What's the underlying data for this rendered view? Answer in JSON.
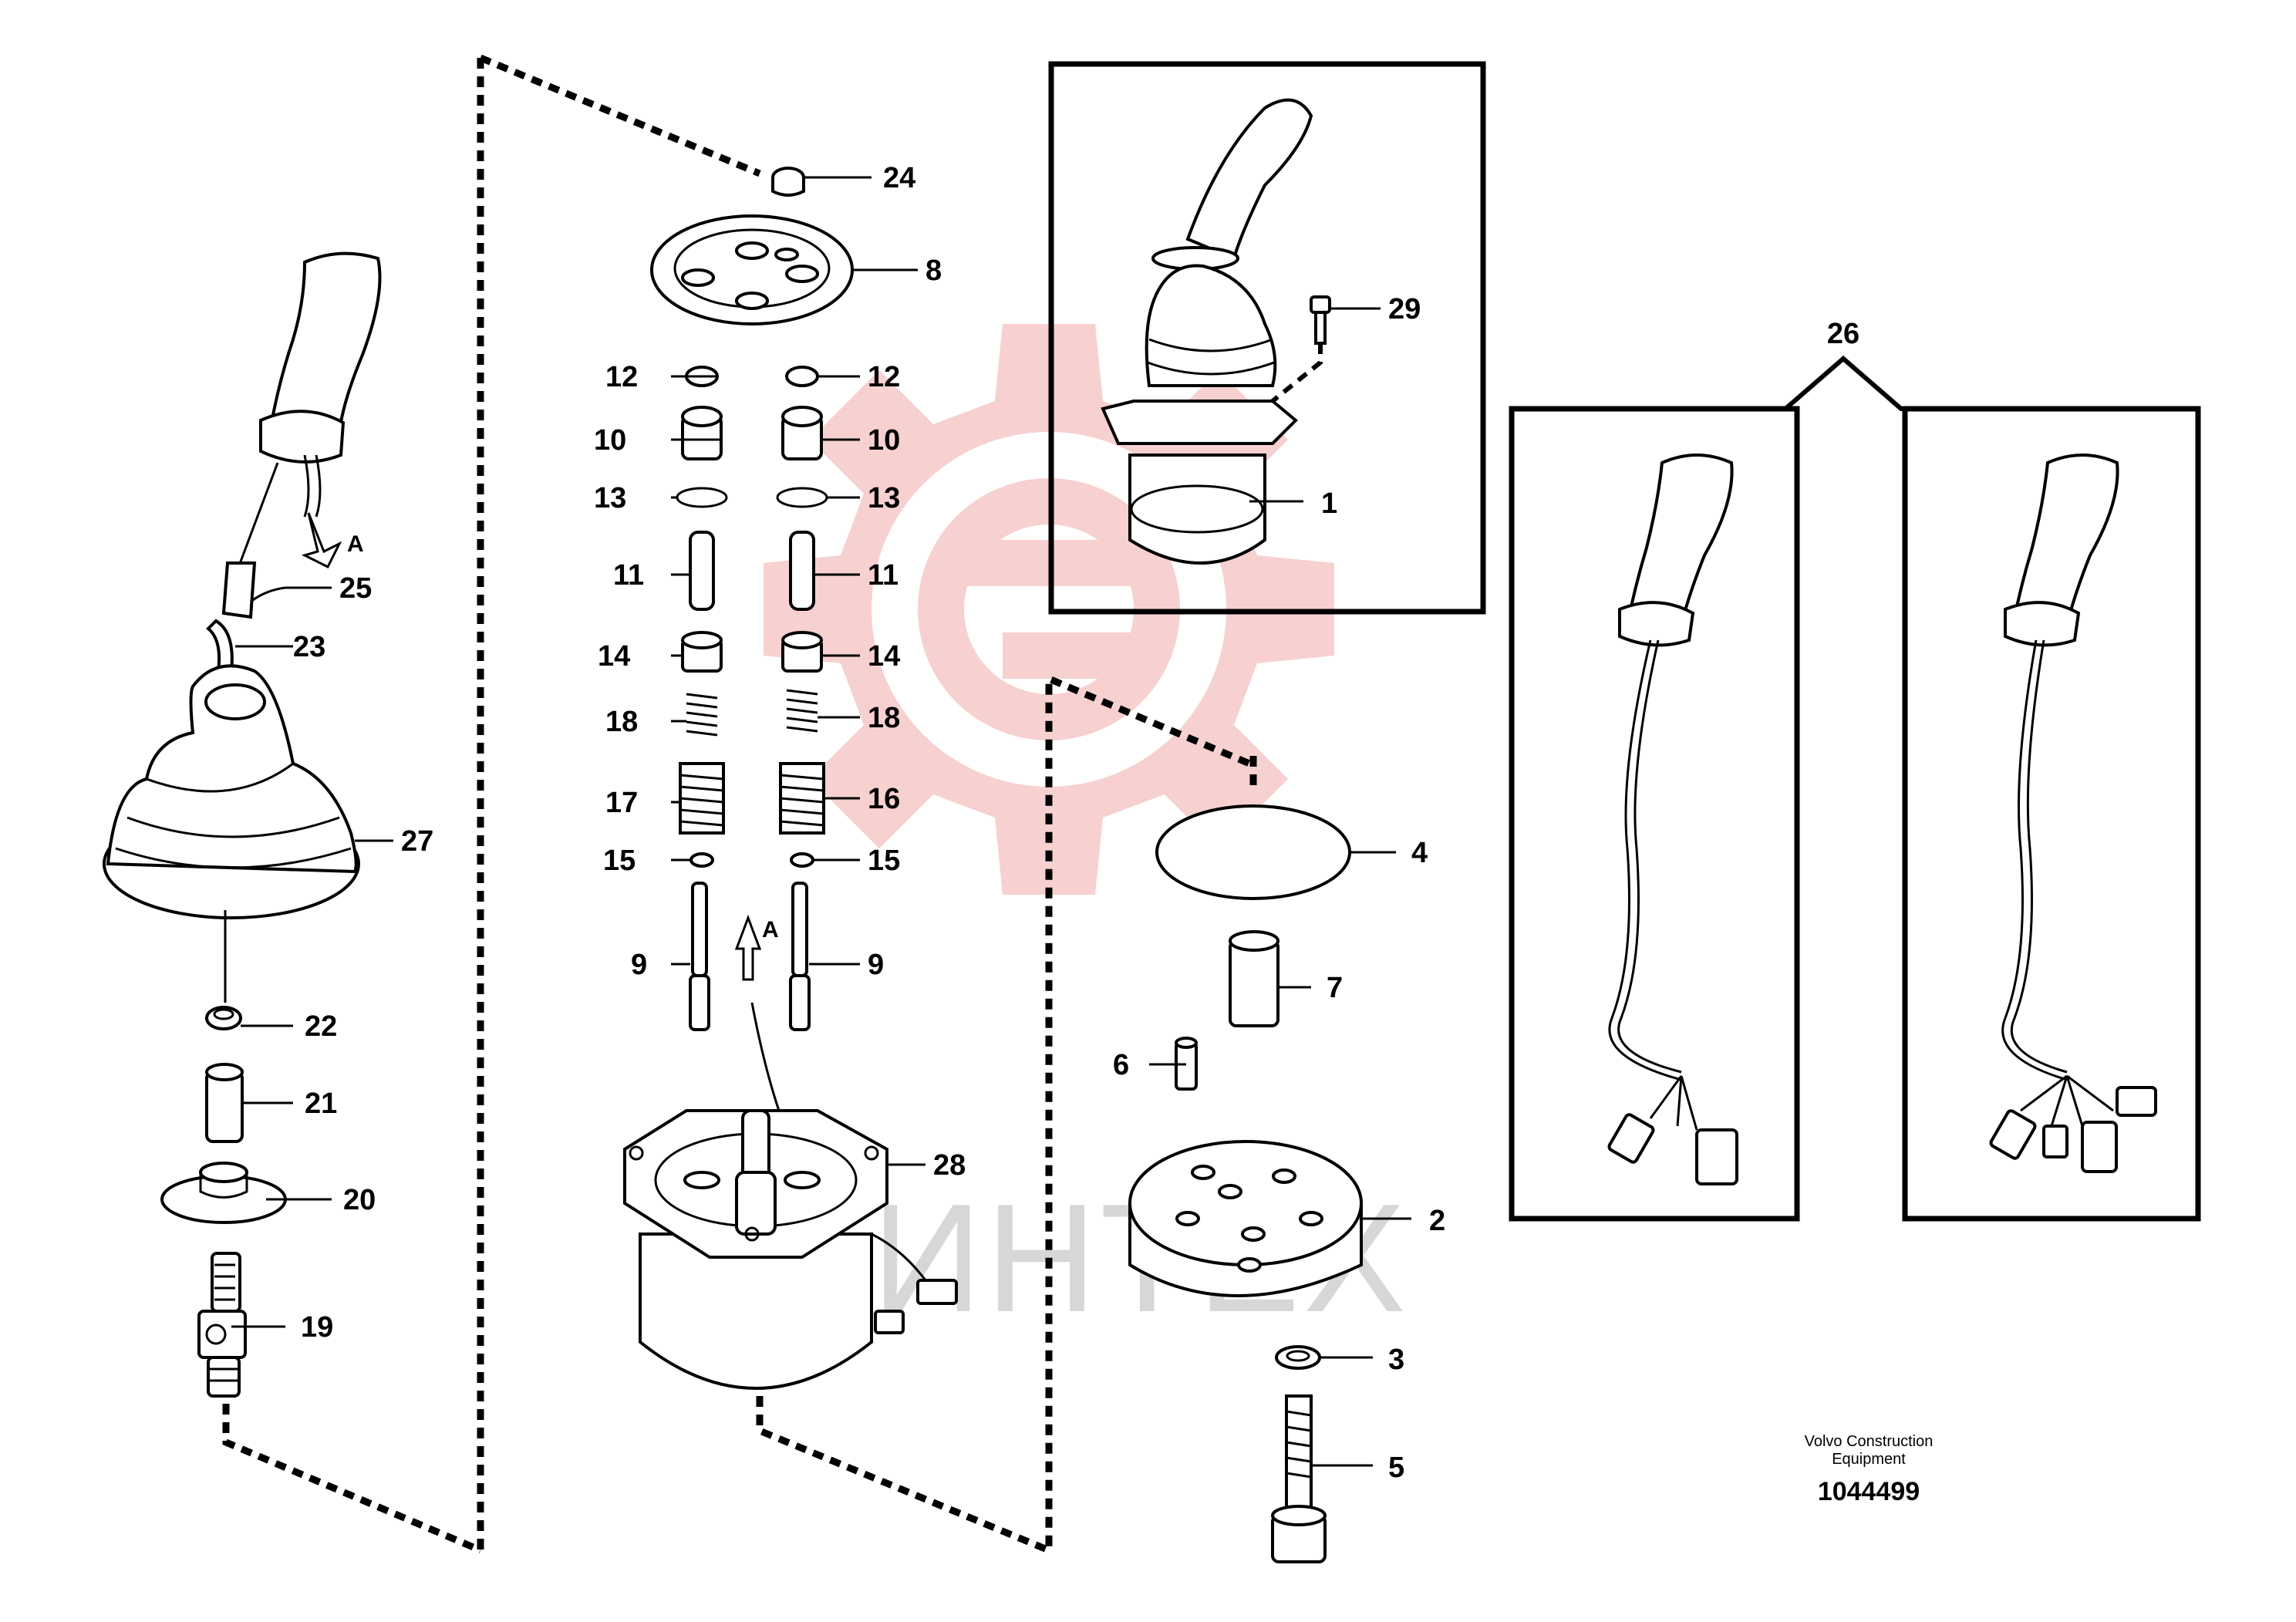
{
  "diagram": {
    "callouts": [
      {
        "id": "1",
        "text": "1"
      },
      {
        "id": "2",
        "text": "2"
      },
      {
        "id": "3",
        "text": "3"
      },
      {
        "id": "4",
        "text": "4"
      },
      {
        "id": "5",
        "text": "5"
      },
      {
        "id": "6",
        "text": "6"
      },
      {
        "id": "7",
        "text": "7"
      },
      {
        "id": "8",
        "text": "8"
      },
      {
        "id": "9a",
        "text": "9"
      },
      {
        "id": "9b",
        "text": "9"
      },
      {
        "id": "10a",
        "text": "10"
      },
      {
        "id": "10b",
        "text": "10"
      },
      {
        "id": "11a",
        "text": "11"
      },
      {
        "id": "11b",
        "text": "11"
      },
      {
        "id": "12a",
        "text": "12"
      },
      {
        "id": "12b",
        "text": "12"
      },
      {
        "id": "13a",
        "text": "13"
      },
      {
        "id": "13b",
        "text": "13"
      },
      {
        "id": "14a",
        "text": "14"
      },
      {
        "id": "14b",
        "text": "14"
      },
      {
        "id": "15a",
        "text": "15"
      },
      {
        "id": "15b",
        "text": "15"
      },
      {
        "id": "16",
        "text": "16"
      },
      {
        "id": "17",
        "text": "17"
      },
      {
        "id": "18a",
        "text": "18"
      },
      {
        "id": "18b",
        "text": "18"
      },
      {
        "id": "19",
        "text": "19"
      },
      {
        "id": "20",
        "text": "20"
      },
      {
        "id": "21",
        "text": "21"
      },
      {
        "id": "22",
        "text": "22"
      },
      {
        "id": "23",
        "text": "23"
      },
      {
        "id": "24",
        "text": "24"
      },
      {
        "id": "25",
        "text": "25"
      },
      {
        "id": "26",
        "text": "26"
      },
      {
        "id": "27",
        "text": "27"
      },
      {
        "id": "28",
        "text": "28"
      },
      {
        "id": "29",
        "text": "29"
      }
    ],
    "view_markers": [
      {
        "id": "A1",
        "text": "A"
      },
      {
        "id": "A2",
        "text": "A"
      }
    ],
    "credit": [
      "Volvo Construction",
      "Equipment"
    ],
    "document_number": "1044499",
    "watermark_text": "ИНТЕХ",
    "colors": {
      "line": "#000000",
      "background": "#ffffff",
      "watermark_logo": "#f6c8c8",
      "watermark_text": "#b8b8b8"
    }
  }
}
